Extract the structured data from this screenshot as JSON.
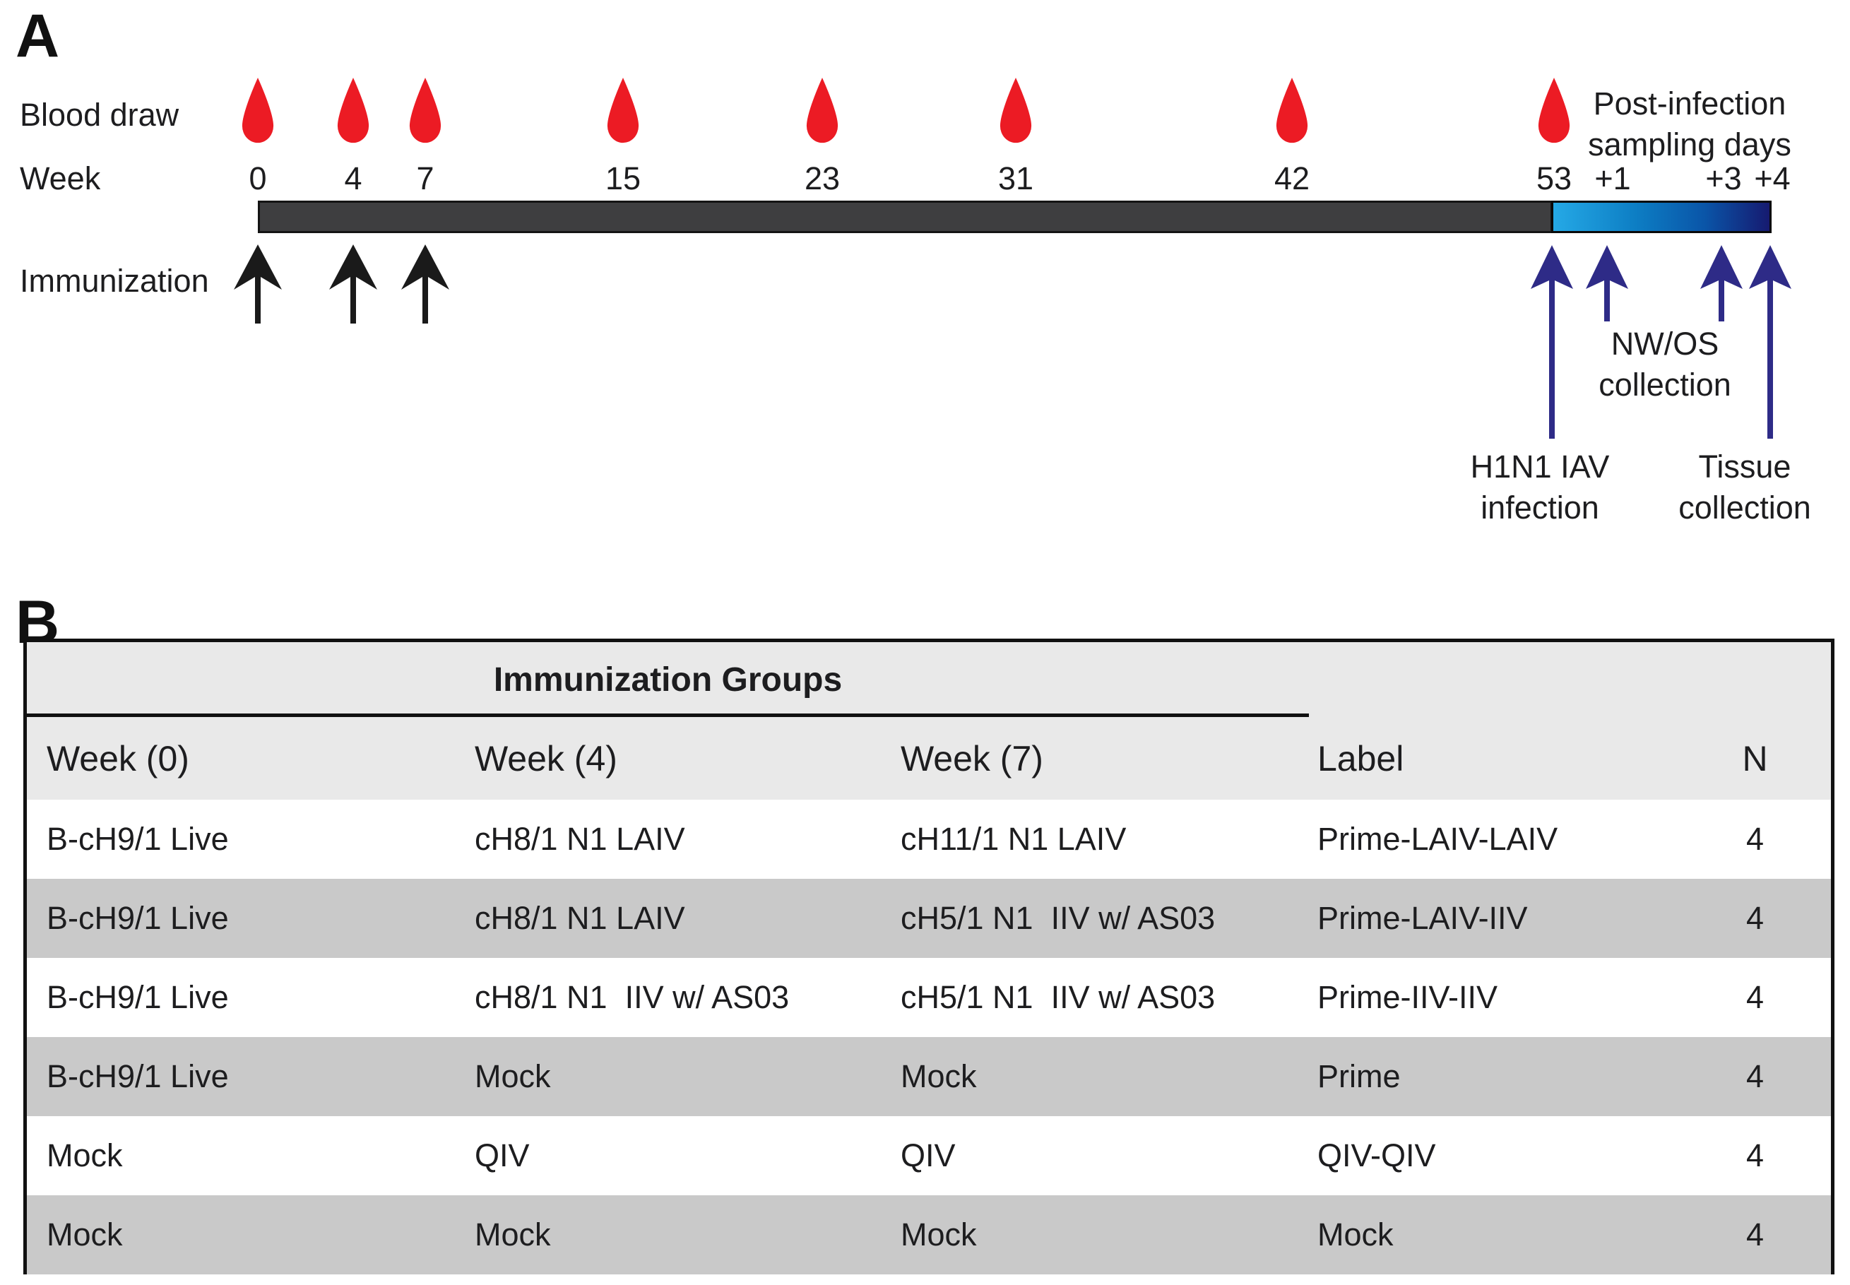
{
  "figure": {
    "panel_a_label": "A",
    "panel_b_label": "B"
  },
  "timeline": {
    "blood_draw_label": "Blood draw",
    "week_axis_label": "Week",
    "immunization_label": "Immunization",
    "post_infection": {
      "line1": "Post-infection",
      "line2": "sampling days"
    },
    "week_ticks": [
      "0",
      "4",
      "7",
      "15",
      "23",
      "31",
      "42",
      "53",
      "+1",
      "+3",
      "+4"
    ],
    "blood_draw_weeks": [
      "0",
      "4",
      "7",
      "15",
      "23",
      "31",
      "42",
      "53"
    ],
    "immunization_weeks": [
      "0",
      "4",
      "7"
    ],
    "annotations": {
      "h1n1": {
        "line1": "H1N1 IAV",
        "line2": "infection"
      },
      "nwos": {
        "line1": "NW/OS",
        "line2": "collection"
      },
      "tissue": {
        "line1": "Tissue",
        "line2": "collection"
      }
    },
    "colors": {
      "blood_drop_red": "#ec1b24",
      "bar_dark": "#3e3e40",
      "bar_gradient_start": "#25a9e6",
      "bar_gradient_end": "#161a70",
      "immunization_arrow": "#1a1a1a",
      "infection_arrow_blue": "#2e2b87"
    }
  },
  "table": {
    "title": "Immunization Groups",
    "headers": [
      "Week (0)",
      "Week (4)",
      "Week (7)",
      "Label",
      "N"
    ],
    "rows": [
      [
        "B-cH9/1 Live",
        "cH8/1 N1 LAIV",
        "cH11/1 N1 LAIV",
        "Prime-LAIV-LAIV",
        "4"
      ],
      [
        "B-cH9/1 Live",
        "cH8/1 N1 LAIV",
        "cH5/1 N1  IIV w/ AS03",
        "Prime-LAIV-IIV",
        "4"
      ],
      [
        "B-cH9/1 Live",
        "cH8/1 N1  IIV w/ AS03",
        "cH5/1 N1  IIV w/ AS03",
        "Prime-IIV-IIV",
        "4"
      ],
      [
        "B-cH9/1 Live",
        "Mock",
        "Mock",
        "Prime",
        "4"
      ],
      [
        "Mock",
        "QIV",
        "QIV",
        "QIV-QIV",
        "4"
      ],
      [
        "Mock",
        "Mock",
        "Mock",
        "Mock",
        "4"
      ]
    ],
    "colors": {
      "header_bg": "#e9e9e9",
      "shaded_row_bg": "#c9c9c9"
    }
  }
}
